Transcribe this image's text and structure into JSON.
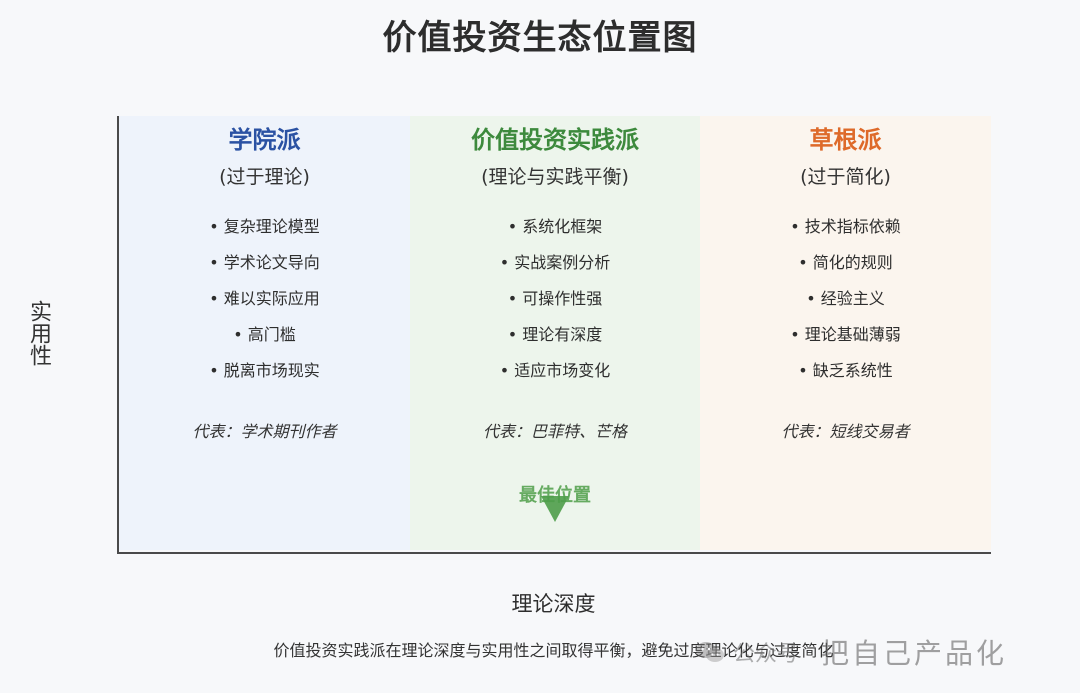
{
  "title": "价值投资生态位置图",
  "y_axis_label": "实用性",
  "x_axis_label": "理论深度",
  "zones": [
    {
      "name": "学院派",
      "subtitle": "(过于理论)",
      "items": [
        "• 复杂理论模型",
        "• 学术论文导向",
        "• 难以实际应用",
        "• 高门槛",
        "• 脱离市场现实"
      ],
      "representative": "代表：学术期刊作者",
      "color": "#2b52a3",
      "background": "#eef3fb"
    },
    {
      "name": "价值投资实践派",
      "subtitle": "(理论与实践平衡)",
      "items": [
        "• 系统化框架",
        "• 实战案例分析",
        "• 可操作性强",
        "• 理论有深度",
        "• 适应市场变化"
      ],
      "representative": "代表：巴菲特、芒格",
      "color": "#3d8a3d",
      "background": "#edf5ec"
    },
    {
      "name": "草根派",
      "subtitle": "(过于简化)",
      "items": [
        "• 技术指标依赖",
        "• 简化的规则",
        "• 经验主义",
        "• 理论基础薄弱",
        "• 缺乏系统性"
      ],
      "representative": "代表：短线交易者",
      "color": "#de6a2a",
      "background": "#fbf5ee"
    }
  ],
  "best_position_label": "最佳位置",
  "footnote": "价值投资实践派在理论深度与实用性之间取得平衡，避免过度理论化与过度简化",
  "watermark": {
    "prefix": "公众号",
    "name": "把自己产品化",
    "icon": "wechat-icon"
  }
}
